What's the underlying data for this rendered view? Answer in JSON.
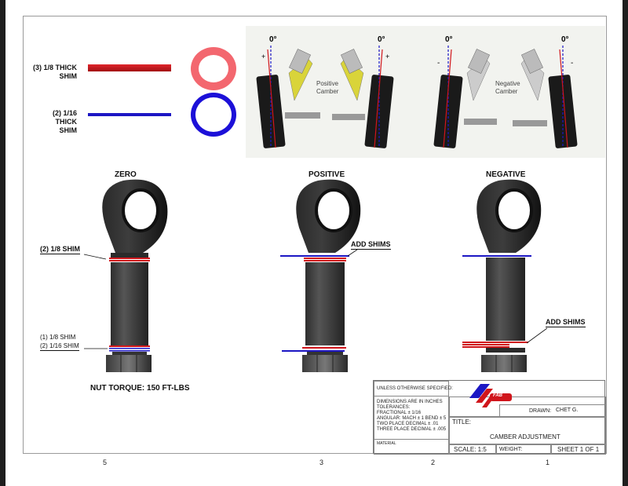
{
  "legend": {
    "thick": {
      "label_line1": "(3) 1/8 THICK",
      "label_line2": "SHIM",
      "color": "#d0151b"
    },
    "thin": {
      "label_line1": "(2) 1/16 THICK",
      "label_line2": "SHIM",
      "color": "#1c17c4"
    }
  },
  "diagram": {
    "angle_label": "0°",
    "positive_label_line1": "Positive",
    "positive_label_line2": "Camber",
    "negative_label_line1": "Negative",
    "negative_label_line2": "Camber",
    "plus": "+",
    "minus": "-"
  },
  "parts": {
    "zero": {
      "title": "ZERO",
      "upper_note": "(2) 1/8 SHIM",
      "lower_note1": "(1) 1/8 SHIM",
      "lower_note2": "(2) 1/16 SHIM",
      "torque": "NUT TORQUE: 150 FT-LBS"
    },
    "positive": {
      "title": "POSITIVE",
      "note": "ADD SHIMS"
    },
    "negative": {
      "title": "NEGATIVE",
      "note": "ADD SHIMS"
    }
  },
  "zones": [
    "5",
    "3",
    "2",
    "1"
  ],
  "title_block": {
    "unless": "UNLESS OTHERWISE SPECIFIED:",
    "dims": "DIMENSIONS ARE IN INCHES",
    "tol": "TOLERANCES:",
    "fractional": "FRACTIONAL ± 1/16",
    "angular": "ANGULAR: MACH ± 1   BEND ± 5",
    "two_place": "TWO PLACE DECIMAL   ± .01",
    "three_place": "THREE PLACE DECIMAL  ± .005",
    "material": "MATERIAL",
    "drawn_label": "DRAWN:",
    "drawn_by": "CHET G.",
    "title_label": "TITLE:",
    "title": "CAMBER ADJUSTMENT",
    "scale": "SCALE: 1:5",
    "weight": "WEIGHT:",
    "sheet": "SHEET 1 OF 1",
    "logo_text": "FAB"
  }
}
